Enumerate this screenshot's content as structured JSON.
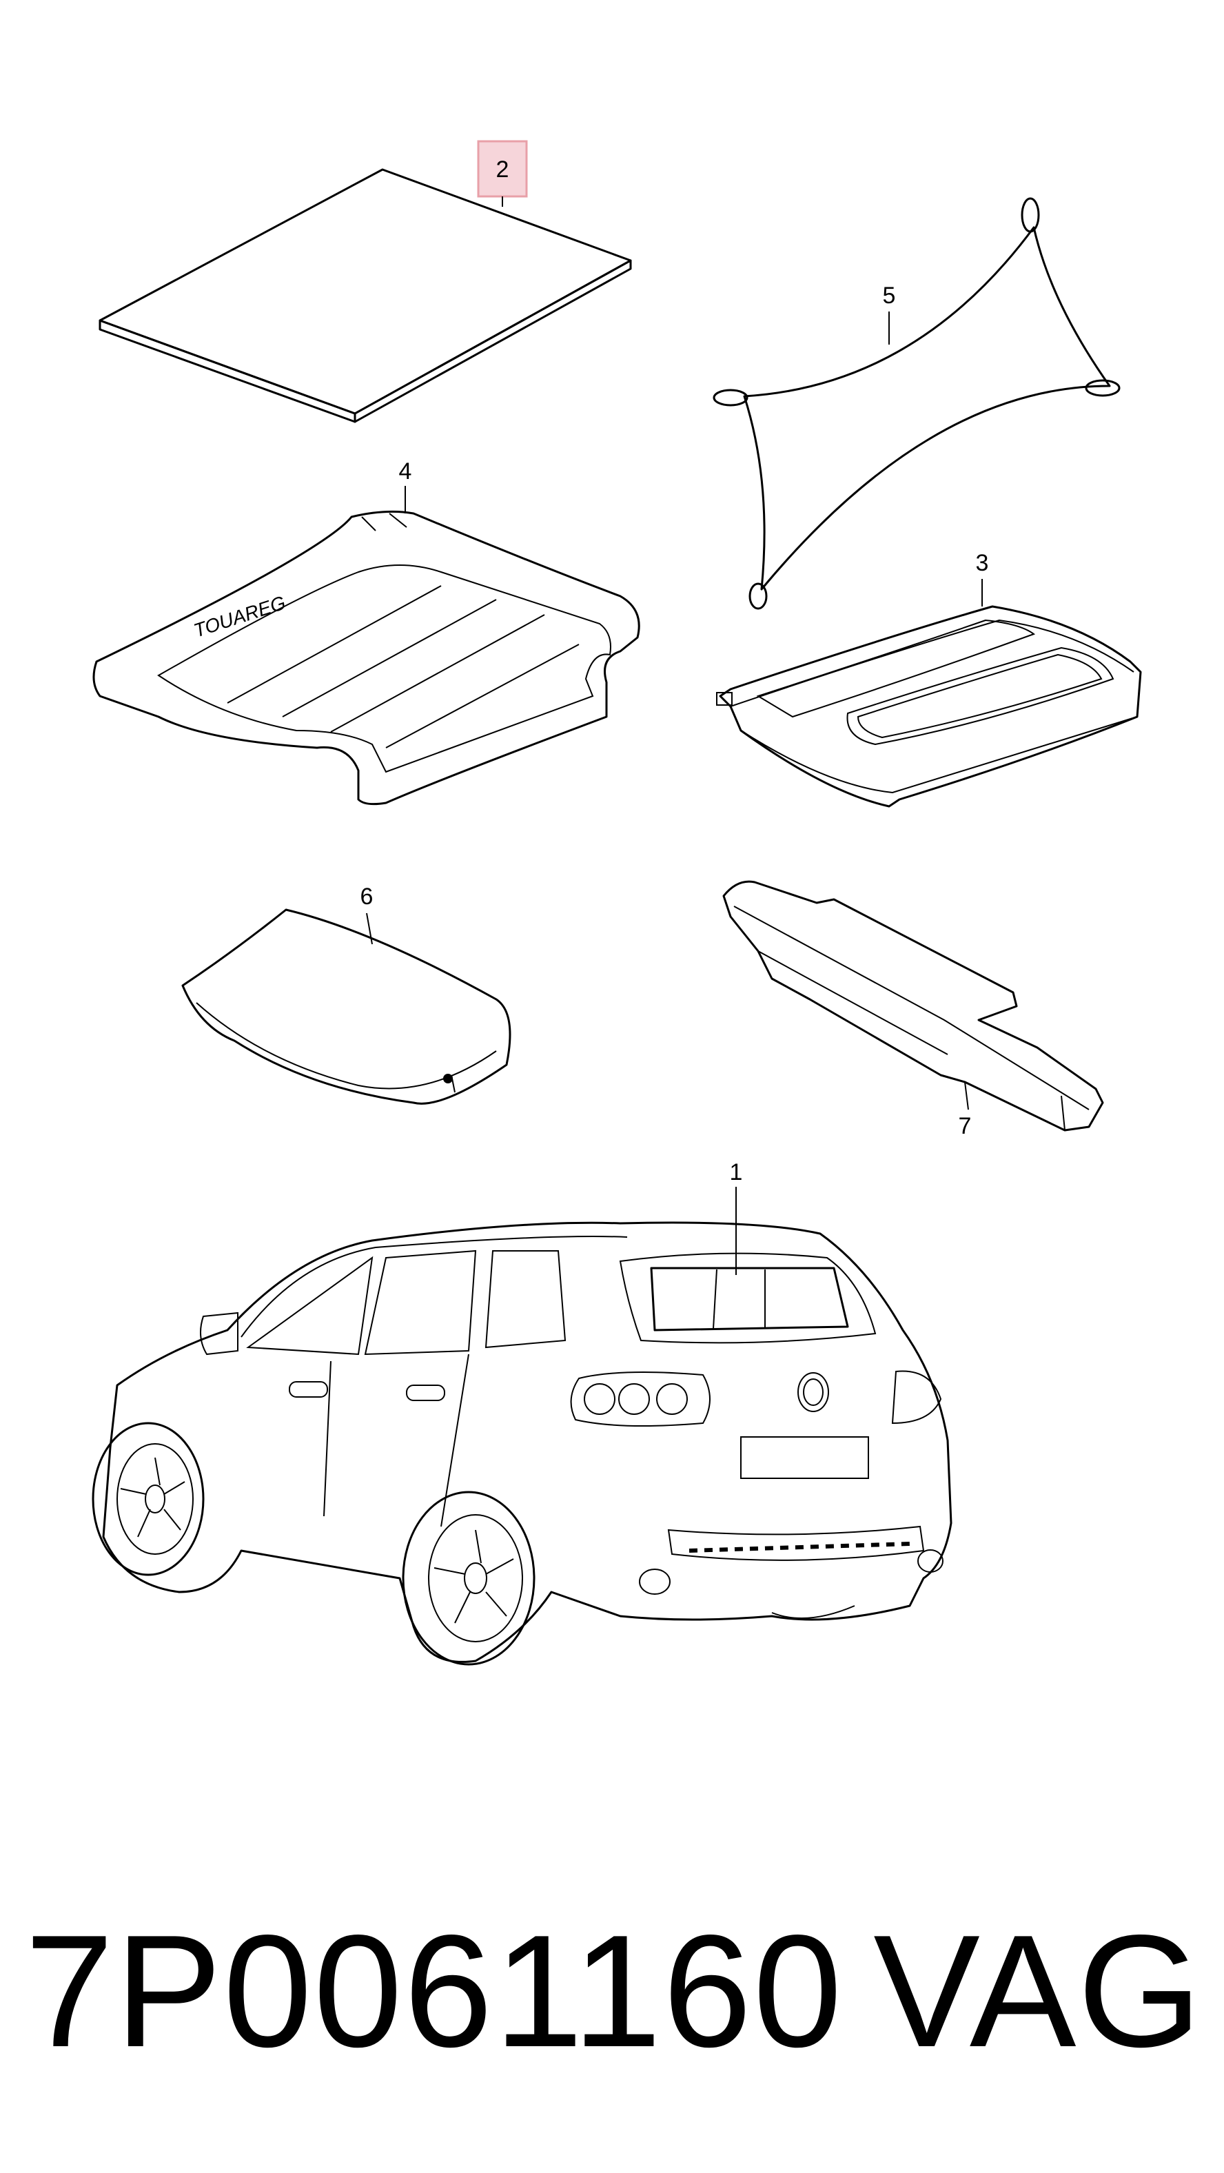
{
  "callouts": {
    "c1": "1",
    "c2": "2",
    "c3": "3",
    "c4": "4",
    "c5": "5",
    "c6": "6",
    "c7": "7"
  },
  "highlight_color": "#e8a0a8",
  "mat_brand_text": "TOUAREG",
  "part_number": "7P0061160",
  "brand": "VAG"
}
